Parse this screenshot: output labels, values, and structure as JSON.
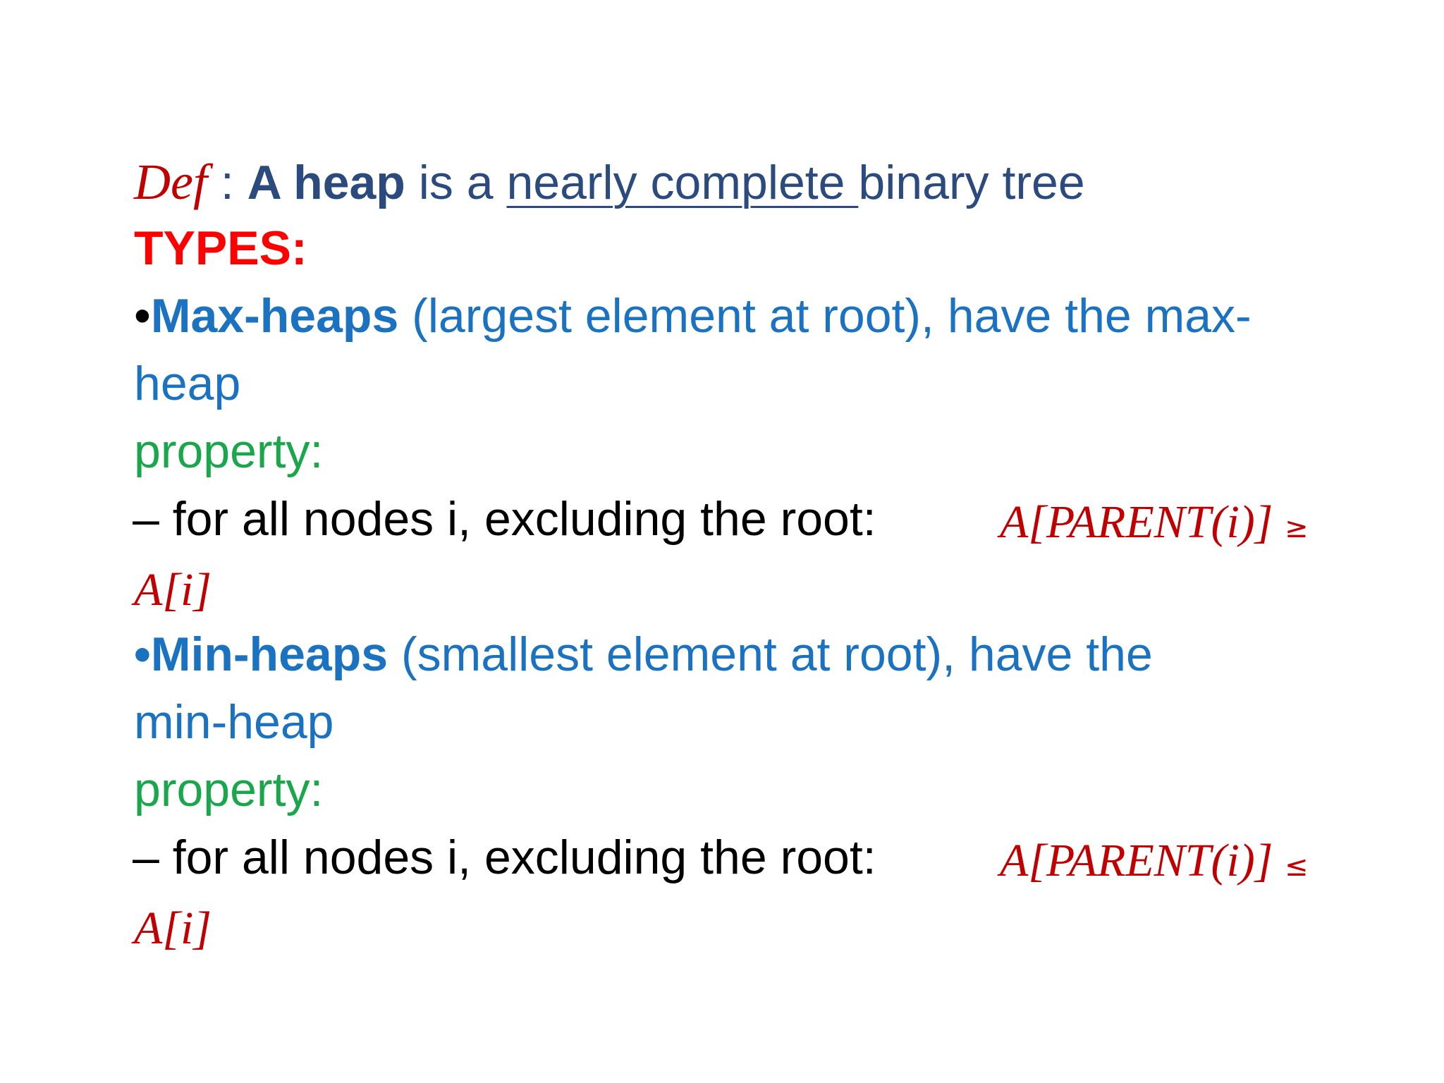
{
  "definition": {
    "def_label": "Def",
    "colon": " : ",
    "subject": "A heap",
    "verb": " is a ",
    "underlined": "nearly complete ",
    "rest": "binary tree"
  },
  "types_heading": "TYPES:",
  "max_heap": {
    "bullet": "•",
    "name": "Max-heaps",
    "desc_line1": " (largest element at root), have the max-",
    "desc_line2": "heap",
    "property_label": " property:",
    "rule": "– for all nodes i, excluding the root:",
    "formula": "A[PARENT(i)] ",
    "symbol": "≥",
    "formula_cont": "A[i]"
  },
  "min_heap": {
    "bullet": "•",
    "name": "Min-heaps",
    "desc_line1": " (smallest element at root), have the",
    "desc_line2": "min-heap",
    "property_label": " property:",
    "rule": " – for all nodes i, excluding the root:",
    "formula": "A[PARENT(i)] ",
    "symbol": "≤",
    "formula_cont": "A[i]"
  }
}
